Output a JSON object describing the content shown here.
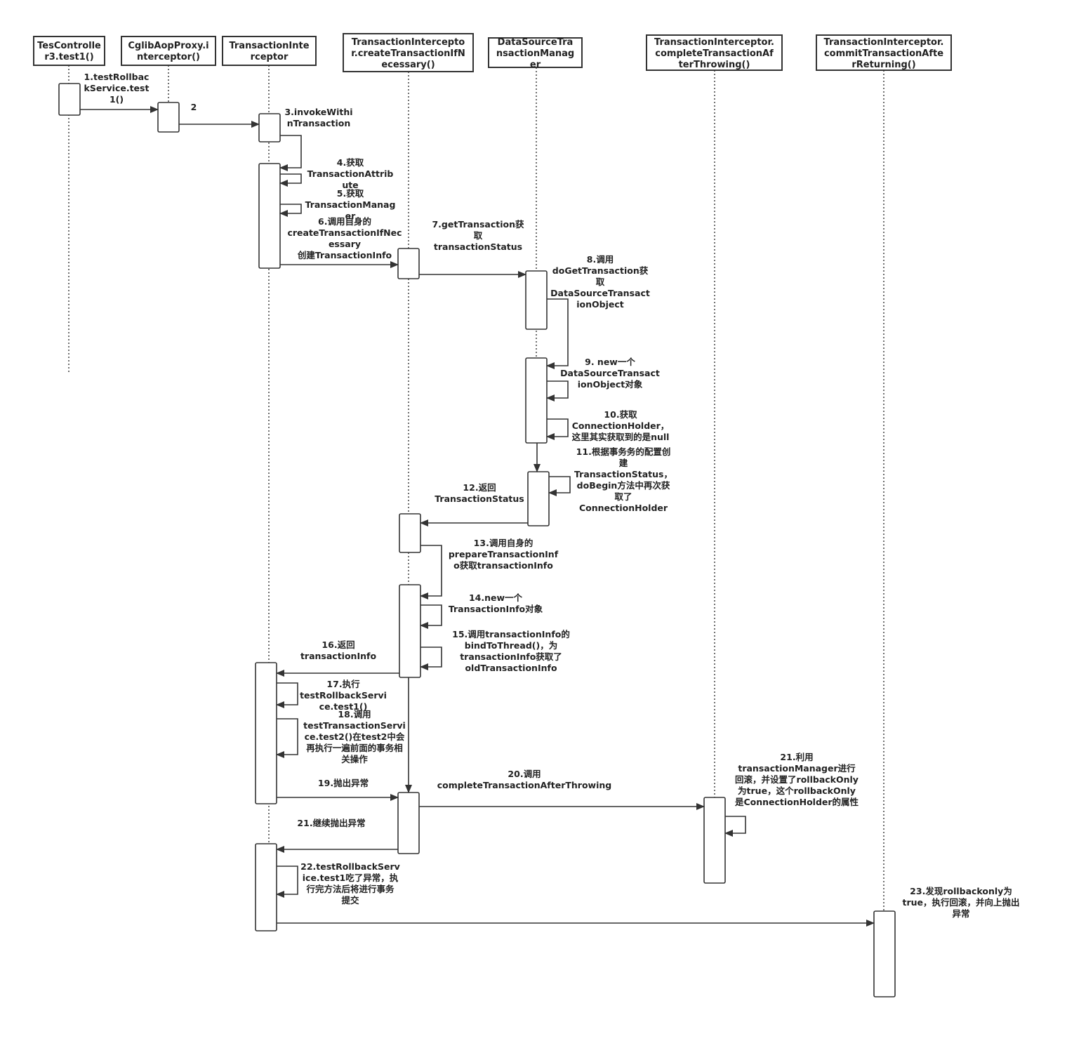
{
  "participants": [
    {
      "id": "p1",
      "lines": [
        "TesControlle",
        "r3.test1()"
      ]
    },
    {
      "id": "p2",
      "lines": [
        "CglibAopProxy.i",
        "nterceptor()"
      ]
    },
    {
      "id": "p3",
      "lines": [
        "TransactionInte",
        "rceptor"
      ]
    },
    {
      "id": "p4",
      "lines": [
        "TransactionIntercepto",
        "r.createTransactionIfN",
        "ecessary()"
      ]
    },
    {
      "id": "p5",
      "lines": [
        "DataSourceTra",
        "nsactionManag",
        "er"
      ]
    },
    {
      "id": "p6",
      "lines": [
        "TransactionInterceptor.",
        "completeTransactionAf",
        "terThrowing()"
      ]
    },
    {
      "id": "p7",
      "lines": [
        "TransactionInterceptor.",
        "commitTransactionAfte",
        "rReturning()"
      ]
    }
  ],
  "messages": [
    {
      "id": "m1",
      "lines": [
        "1.testRollbac",
        "kService.test",
        "1()"
      ]
    },
    {
      "id": "m2",
      "lines": [
        "2"
      ]
    },
    {
      "id": "m3",
      "lines": [
        "3.invokeWithi",
        "nTransaction"
      ]
    },
    {
      "id": "m4",
      "lines": [
        "4.获取",
        "TransactionAttrib",
        "ute"
      ]
    },
    {
      "id": "m5",
      "lines": [
        "5.获取",
        "TransactionManag",
        "er"
      ]
    },
    {
      "id": "m6",
      "lines": [
        "6.调用自身的",
        "createTransactionIfNec",
        "essary",
        "创建TransactionInfo"
      ]
    },
    {
      "id": "m7",
      "lines": [
        "7.getTransaction获",
        "取",
        "transactionStatus"
      ]
    },
    {
      "id": "m8",
      "lines": [
        "8.调用",
        "doGetTransaction获",
        "取",
        "DataSourceTransact",
        "ionObject"
      ]
    },
    {
      "id": "m9",
      "lines": [
        "9. new一个",
        "DataSourceTransact",
        "ionObject对象"
      ]
    },
    {
      "id": "m10",
      "lines": [
        "10.获取",
        "ConnectionHolder，",
        "这里其实获取到的是null"
      ]
    },
    {
      "id": "m11",
      "lines": [
        "11.根据事务务的配置创",
        "建",
        "TransactionStatus，",
        "doBegin方法中再次获",
        "取了",
        "ConnectionHolder"
      ]
    },
    {
      "id": "m12",
      "lines": [
        "12.返回",
        "TransactionStatus"
      ]
    },
    {
      "id": "m13",
      "lines": [
        "13.调用自身的",
        "prepareTransactionInf",
        "o获取transactionInfo"
      ]
    },
    {
      "id": "m14",
      "lines": [
        "14.new一个",
        "TransactionInfo对象"
      ]
    },
    {
      "id": "m15",
      "lines": [
        "15.调用transactionInfo的",
        "bindToThread()，为",
        "transactionInfo获取了",
        "oldTransactionInfo"
      ]
    },
    {
      "id": "m16",
      "lines": [
        "16.返回",
        "transactionInfo"
      ]
    },
    {
      "id": "m17",
      "lines": [
        "17.执行",
        "testRollbackServi",
        "ce.test1()"
      ]
    },
    {
      "id": "m18",
      "lines": [
        "18.调用",
        "testTransactionServi",
        "ce.test2()在test2中会",
        "再执行一遍前面的事务相",
        "关操作"
      ]
    },
    {
      "id": "m19",
      "lines": [
        "19.抛出异常"
      ]
    },
    {
      "id": "m20",
      "lines": [
        "20.调用",
        "completeTransactionAfterThrowing"
      ]
    },
    {
      "id": "m21a",
      "lines": [
        "21.利用",
        "transactionManager进行",
        "回滚，并设置了rollbackOnly",
        "为true，这个rollbackOnly",
        "是ConnectionHolder的属性"
      ]
    },
    {
      "id": "m21b",
      "lines": [
        "21.继续抛出异常"
      ]
    },
    {
      "id": "m22",
      "lines": [
        "22.testRollbackServ",
        "ice.test1吃了异常，执",
        "行完方法后将进行事务",
        "提交"
      ]
    },
    {
      "id": "m23",
      "lines": [
        "23.发现rollbackonly为",
        "true，执行回滚，并向上抛出",
        "异常"
      ]
    }
  ]
}
